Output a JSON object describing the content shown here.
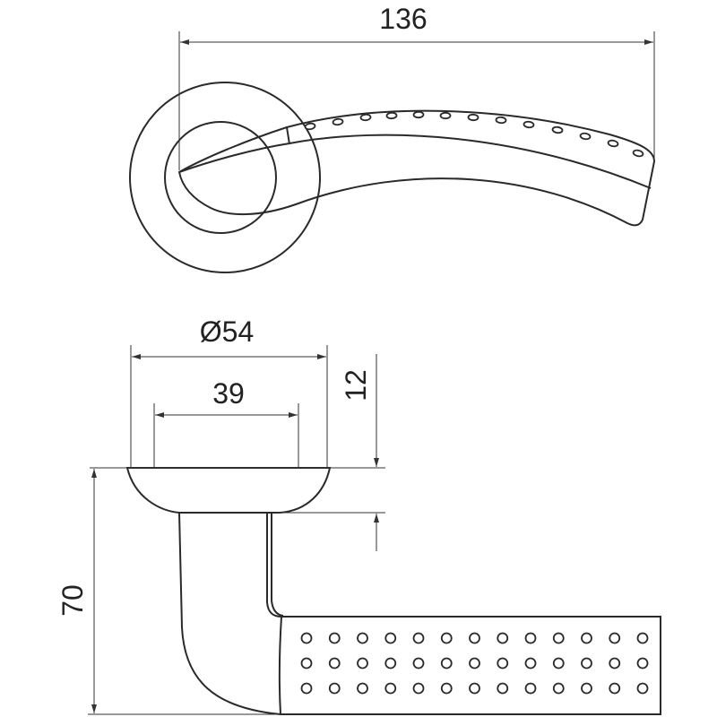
{
  "title": "Door handle technical drawing",
  "dimensions": {
    "overall_length": "136",
    "rosette_diameter": "Ø54",
    "rosette_inner": "39",
    "rosette_height": "12",
    "overall_height": "70"
  },
  "perforation": {
    "top_view_holes": 13,
    "side_view_columns": 13,
    "side_view_rows": 3
  },
  "colors": {
    "line": "#2a2a2a",
    "background": "#ffffff"
  }
}
